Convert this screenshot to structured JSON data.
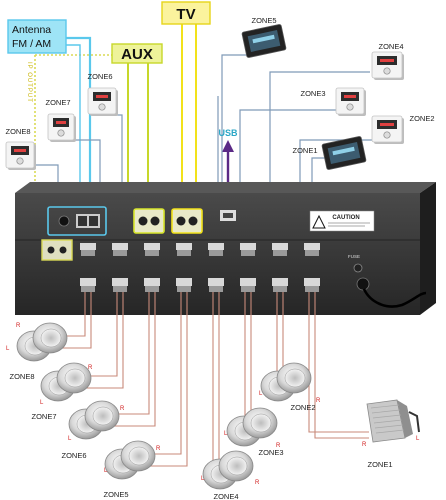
{
  "sources": {
    "antenna": {
      "line1": "Antenna",
      "line2": "FM / AM"
    },
    "aux": "AUX",
    "tv": "TV",
    "usb": "USB",
    "ip_output": "IP OUTPUT"
  },
  "zone_controllers": [
    "ZONE5",
    "ZONE4",
    "ZONE6",
    "ZONE3",
    "ZONE7",
    "ZONE2",
    "ZONE8",
    "ZONE1"
  ],
  "speaker_zones": [
    "ZONE8",
    "ZONE7",
    "ZONE6",
    "ZONE5",
    "ZONE4",
    "ZONE3",
    "ZONE2",
    "ZONE1"
  ],
  "channel_labels": {
    "left": "L",
    "right": "R"
  },
  "amplifier": {
    "fuse_label": "FUSE",
    "warning_label": "CAUTION"
  },
  "colors": {
    "antenna": "#5ac8ec",
    "aux": "#d8e62a",
    "tv": "#f2e21a",
    "usb": "#5b2a86",
    "ip_output": "#dada55",
    "zone_wire": "#7f9ab8",
    "speaker_wire": "#c88a7a",
    "amp_body": "#303030"
  }
}
